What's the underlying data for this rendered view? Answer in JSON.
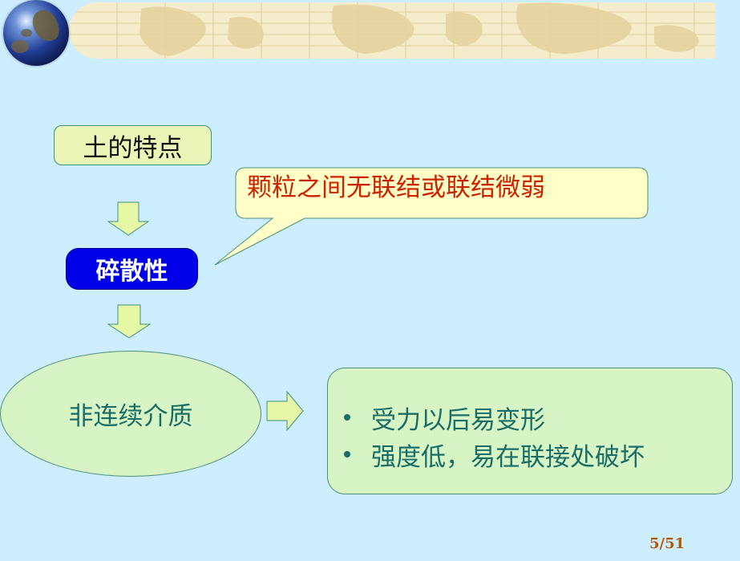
{
  "slide": {
    "title_box": "土的特点",
    "brittle_box": "碎散性",
    "callout": "颗粒之间无联结或联结微弱",
    "ellipse_label": "非连续介质",
    "bullets": [
      "受力以后易变形",
      "强度低，易在联接处破坏"
    ],
    "page_number": "5/51"
  },
  "colors": {
    "background": "#cdeeff",
    "title_box_fill": "#ebf5b8",
    "brittle_box_fill": "#0000e8",
    "callout_fill": "#ffffc8",
    "callout_text": "#cc2200",
    "shape_fill": "#d7f4c4",
    "teal_text": "#1a6d66",
    "page_number": "#b35a00"
  }
}
